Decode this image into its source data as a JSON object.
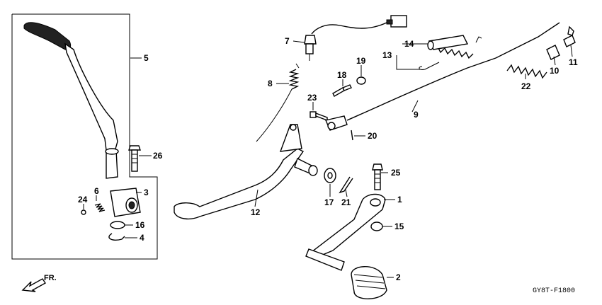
{
  "labels": {
    "p1": "1",
    "p2": "2",
    "p3": "3",
    "p4": "4",
    "p5": "5",
    "p6": "6",
    "p7": "7",
    "p8": "8",
    "p9": "9",
    "p10": "10",
    "p11": "11",
    "p12": "12",
    "p13": "13",
    "p14": "14",
    "p15": "15",
    "p16": "16",
    "p17": "17",
    "p18": "18",
    "p19": "19",
    "p20": "20",
    "p21": "21",
    "p22": "22",
    "p23": "23",
    "p24": "24",
    "p25": "25",
    "p26": "26"
  },
  "direction": "FR.",
  "diagram_code": "GY8T-F1800"
}
